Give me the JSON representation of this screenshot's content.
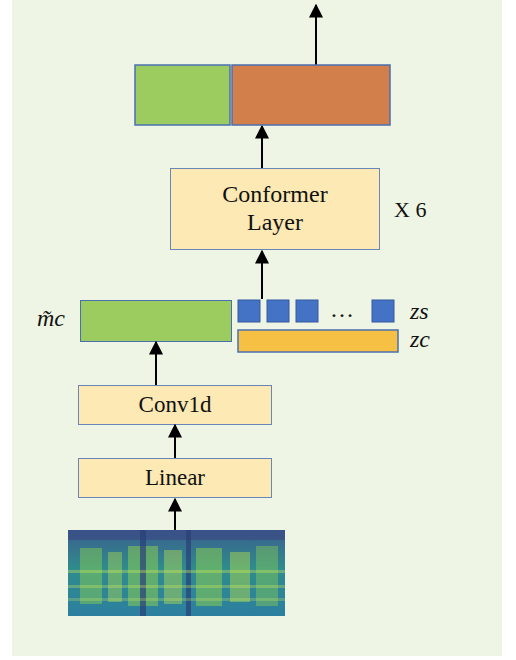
{
  "diagram": {
    "nodes": [
      {
        "text": [
          "Linear"
        ]
      },
      {
        "text": [
          "Conv1d"
        ]
      },
      {
        "text": [
          "m̃c"
        ]
      },
      {
        "text": [
          "Conformer Layer"
        ]
      }
    ],
    "edges": [
      {
        "from": 0,
        "to": 1,
        "arrow": "to"
      },
      {
        "from": 1,
        "to": 2,
        "arrow": "to"
      }
    ],
    "labels": [
      "zs",
      "zc",
      "X 6",
      "…"
    ]
  }
}
